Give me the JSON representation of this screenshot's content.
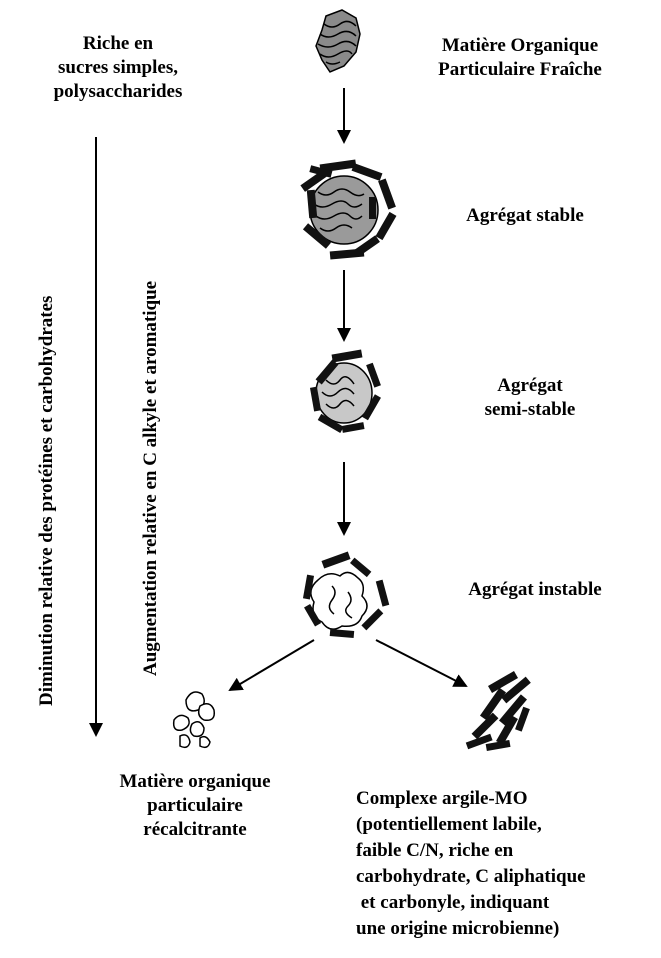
{
  "top_left_text": [
    "Riche en",
    "sucres simples,",
    "polysaccharides"
  ],
  "vertical_labels": {
    "decrease": "Diminution relative des  protéines et carbohydrates",
    "increase": "Augmentation  relative en C alkyle et aromatique"
  },
  "stages": [
    {
      "lines": [
        "Matière Organique",
        "Particulaire Fraîche"
      ]
    },
    {
      "lines": [
        "Agrégat stable"
      ]
    },
    {
      "lines": [
        "Agrégat",
        "semi-stable"
      ]
    },
    {
      "lines": [
        "Agrégat instable"
      ]
    }
  ],
  "outcomes": {
    "left": [
      "Matière organique",
      "particulaire",
      "récalcitrante"
    ],
    "right": [
      "Complexe argile-MO",
      "(potentiellement labile,",
      "faible C/N, riche en",
      "carbohydrate, C aliphatique",
      " et carbonyle, indiquant",
      "une origine microbienne)"
    ]
  }
}
